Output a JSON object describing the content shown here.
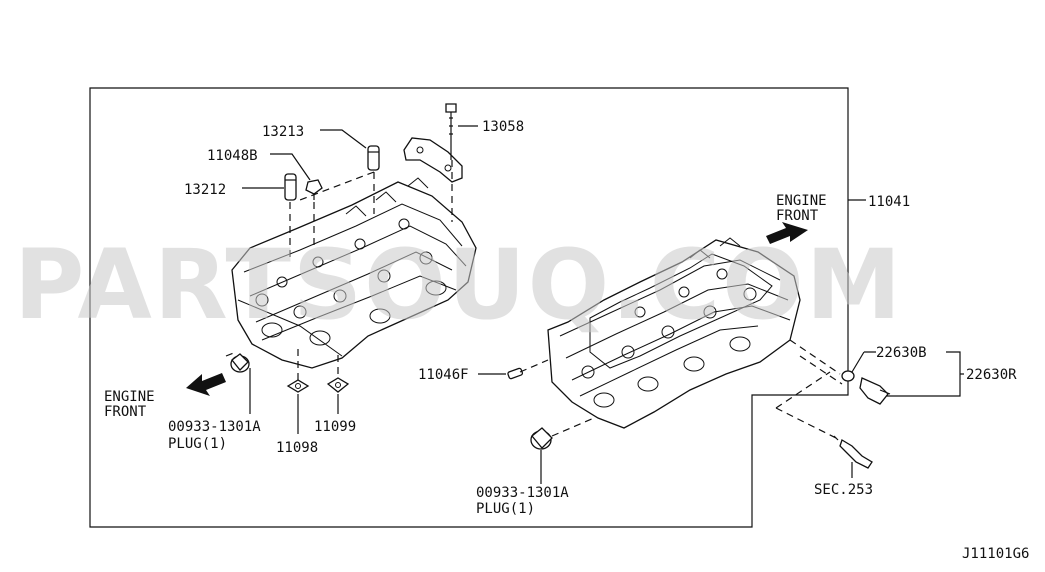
{
  "watermark": "PARTSOUQ.COM",
  "labels": {
    "p13213": "13213",
    "p13058": "13058",
    "p11048b": "11048B",
    "p13212": "13212",
    "p11041": "11041",
    "p11046f": "11046F",
    "p22630b": "22630B",
    "p22630r": "22630R",
    "p11098": "11098",
    "p11099": "11099",
    "plug_left_num": "00933-1301A",
    "plug_left_qty": "PLUG(1)",
    "plug_right_num": "00933-1301A",
    "plug_right_qty": "PLUG(1)",
    "sec253": "SEC.253",
    "diagram_code": "J11101G6"
  },
  "engine_front_left": {
    "line1": "ENGINE",
    "line2": "FRONT"
  },
  "engine_front_right": {
    "line1": "ENGINE",
    "line2": "FRONT"
  }
}
